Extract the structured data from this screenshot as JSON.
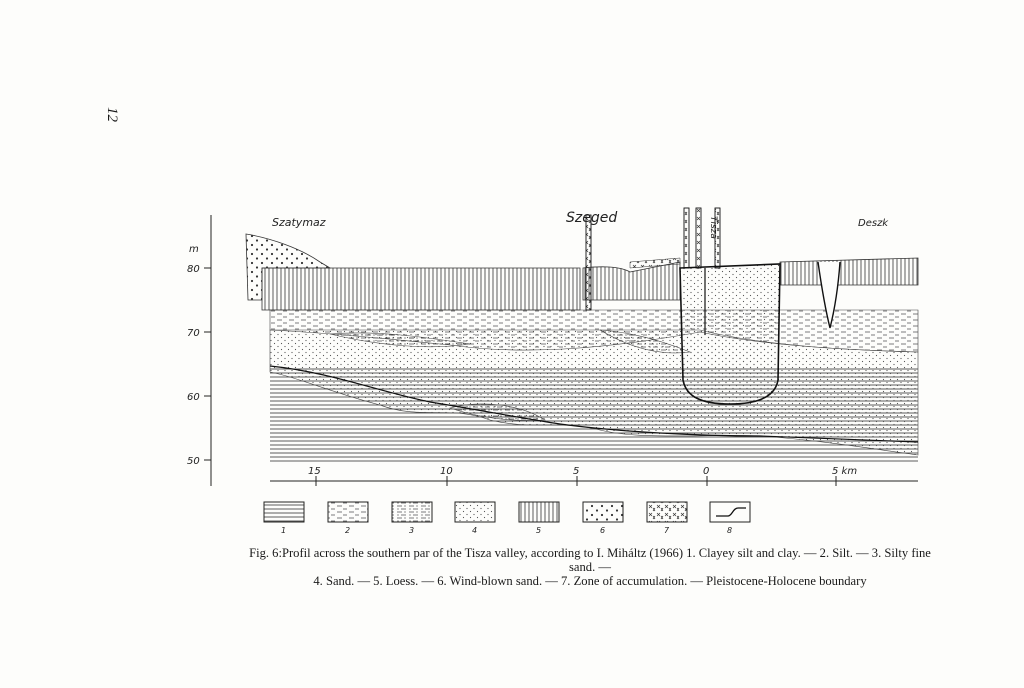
{
  "page": {
    "number": "12"
  },
  "figure": {
    "y_axis": {
      "unit": "m",
      "ticks": [
        "80",
        "70",
        "60",
        "50"
      ]
    },
    "x_axis": {
      "ticks": [
        "15",
        "10",
        "5",
        "0",
        "5 km"
      ]
    },
    "places": [
      {
        "id": "szatymaz",
        "name": "Szatymaz"
      },
      {
        "id": "szeged",
        "name": "Szeged"
      },
      {
        "id": "tisza",
        "name": "Tisza"
      },
      {
        "id": "deszk",
        "name": "Deszk"
      }
    ],
    "legend": [
      {
        "number": "1",
        "pattern": "horizontal-lines"
      },
      {
        "number": "2",
        "pattern": "dashes"
      },
      {
        "number": "3",
        "pattern": "dash-dot"
      },
      {
        "number": "4",
        "pattern": "fine-dots"
      },
      {
        "number": "5",
        "pattern": "vertical-lines"
      },
      {
        "number": "6",
        "pattern": "coarse-dots"
      },
      {
        "number": "7",
        "pattern": "hatch-crosses"
      },
      {
        "number": "8",
        "pattern": "boundary-line"
      }
    ],
    "caption_line1": "Fig. 6:Profil across the southern par of the Tisza valley, according to I. Miháltz (1966) 1. Clayey silt and clay. — 2. Silt. — 3. Silty fine sand. —",
    "caption_line2": "4. Sand. — 5. Loess. — 6. Wind-blown sand. — 7. Zone of accumulation. — Pleistocene-Holocene boundary"
  }
}
